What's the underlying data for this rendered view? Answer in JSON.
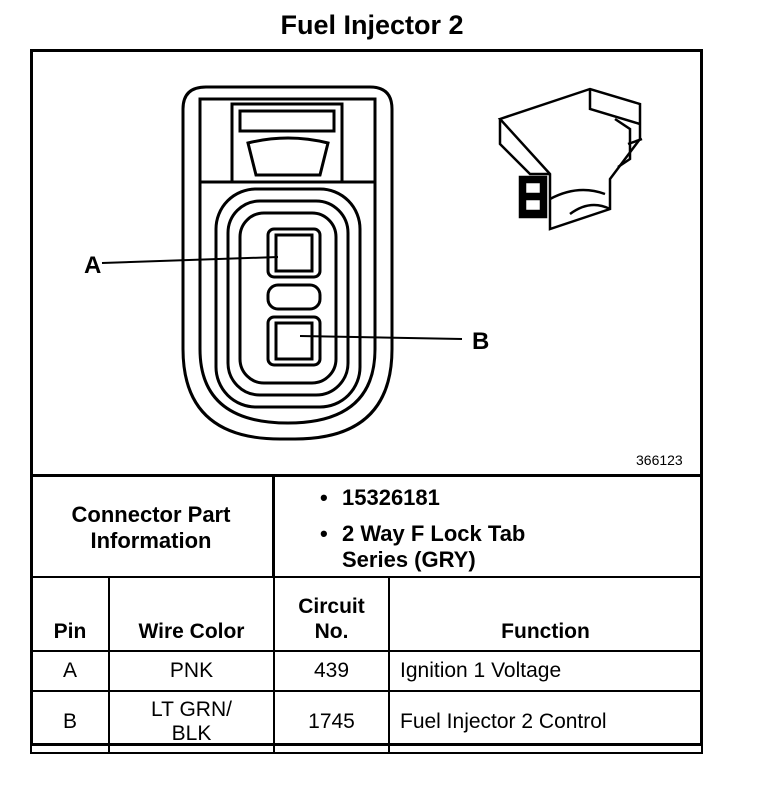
{
  "title": "Fuel Injector 2",
  "diagram_code": "366123",
  "pin_labels": [
    "A",
    "B"
  ],
  "connector_info": {
    "label_line1": "Connector Part",
    "label_line2": "Information",
    "part_number": "15326181",
    "description_line1": "2 Way F Lock Tab",
    "description_line2": "Series (GRY)",
    "bullet": "•"
  },
  "table": {
    "headers": {
      "pin": "Pin",
      "wire_color": "Wire Color",
      "circuit_line1": "Circuit",
      "circuit_line2": "No.",
      "function": "Function"
    },
    "rows": [
      {
        "pin": "A",
        "wire_color_line1": "PNK",
        "wire_color_line2": "",
        "circuit": "439",
        "function": "Ignition 1 Voltage"
      },
      {
        "pin": "B",
        "wire_color_line1": "LT GRN/",
        "wire_color_line2": "BLK",
        "circuit": "1745",
        "function": "Fuel Injector 2 Control"
      }
    ]
  }
}
